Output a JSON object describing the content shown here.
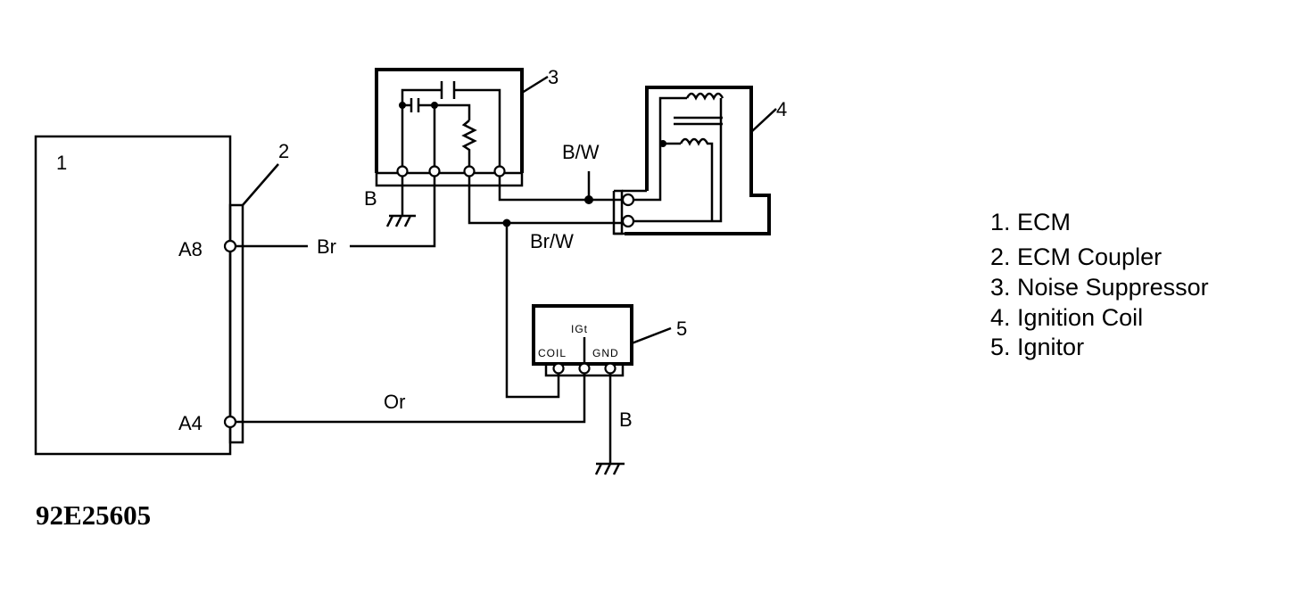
{
  "diagram": {
    "components": {
      "ecm": "1",
      "coupler": "2",
      "suppressor": "3",
      "coil": "4",
      "ignitor": "5"
    },
    "pins": {
      "a8": "A8",
      "a4": "A4",
      "igt": "IGt",
      "coil": "COIL",
      "gnd": "GND"
    },
    "wires": {
      "br": "Br",
      "or": "Or",
      "bw": "B/W",
      "brw": "Br/W",
      "b_ground_top": "B",
      "b_ground_bottom": "B"
    },
    "legend": [
      "1. ECM",
      "2. ECM Coupler",
      "3. Noise Suppressor",
      "4. Ignition Coil",
      "5. Ignitor"
    ],
    "figure_id": "92E25605"
  }
}
